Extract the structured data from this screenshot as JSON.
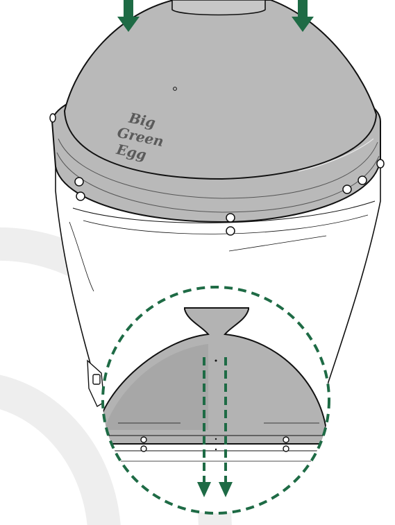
{
  "figure": {
    "logo": {
      "line1": "Big",
      "line2": "Green",
      "line3": "Egg"
    },
    "icons": {
      "arrows": "down-arrow-icon",
      "hinge": "hinge-bracket-icon"
    }
  },
  "colors": {
    "accent_green": "#1e6b45",
    "dome_gray": "#b9b9b9",
    "dome_gray_dark": "#9e9e9e",
    "outline": "#111111",
    "background_arc": "#eeeeee"
  }
}
